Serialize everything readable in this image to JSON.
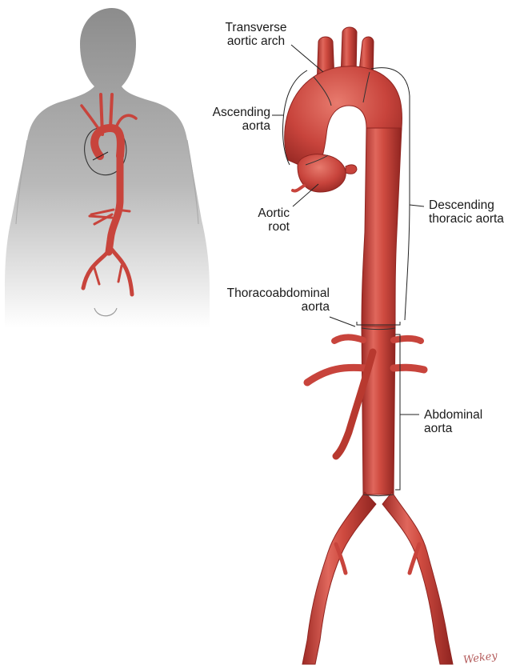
{
  "labels": {
    "transverse": [
      "Transverse",
      "aortic arch"
    ],
    "ascending": [
      "Ascending",
      "aorta"
    ],
    "root": [
      "Aortic",
      "root"
    ],
    "descending": [
      "Descending",
      "thoracic aorta"
    ],
    "thoracoabdominal": [
      "Thoracoabdominal",
      "aorta"
    ],
    "abdominal": [
      "Abdominal",
      "aorta"
    ]
  },
  "signature": "Wekey",
  "colors": {
    "aorta": "#c8443c",
    "aorta_dark": "#9e2a25",
    "aorta_light": "#e47f72",
    "silhouette_top": "#8f8f8f",
    "silhouette_bottom": "#ffffff",
    "bracket": "#222222"
  }
}
